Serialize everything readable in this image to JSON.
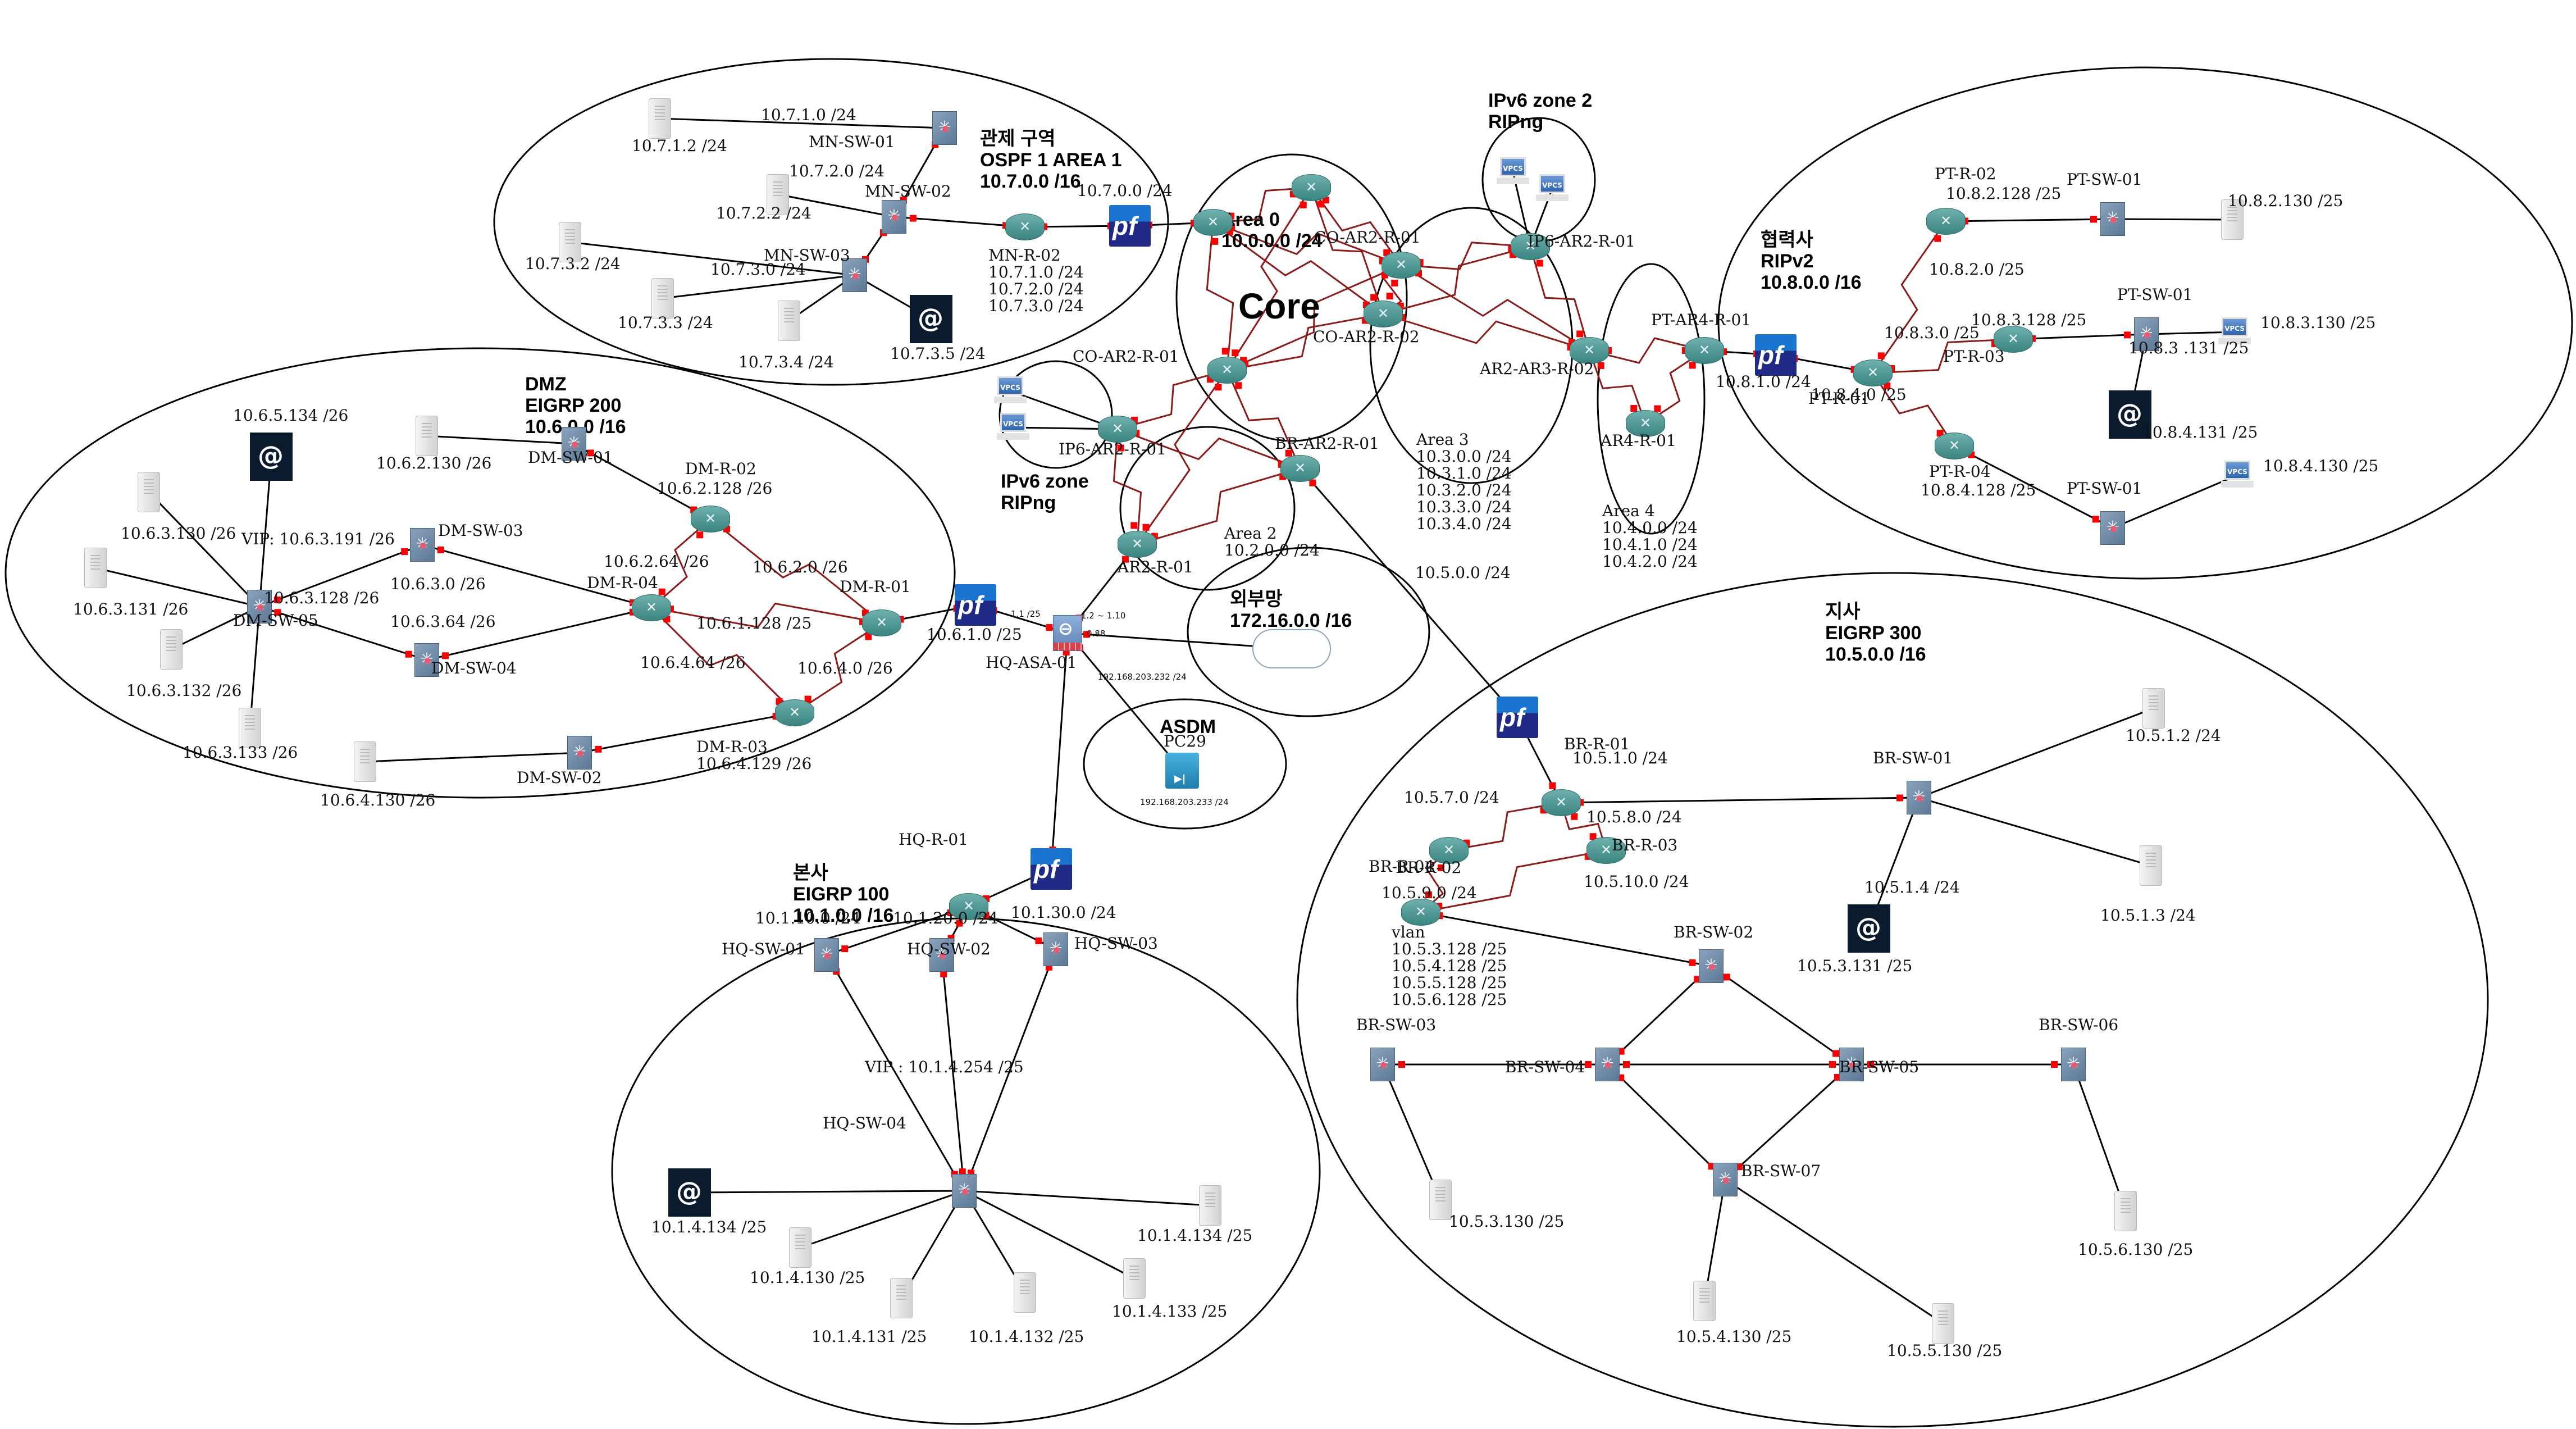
{
  "zones": {
    "control": {
      "title": "관제 구역",
      "protocol": "OSPF 1 AREA 1",
      "network": "10.7.0.0 /16"
    },
    "dmz": {
      "title": "DMZ",
      "protocol": "EIGRP 200",
      "network": "10.6.0.0 /16"
    },
    "hq": {
      "title": "본사",
      "protocol": "EIGRP 100",
      "network": "10.1.0.0 /16"
    },
    "branch": {
      "title": "지사",
      "protocol": "EIGRP 300",
      "network": "10.5.0.0 /16"
    },
    "partner": {
      "title": "협력사",
      "protocol": "RIPv2",
      "network": "10.8.0.0 /16"
    },
    "ipv6_zone": {
      "title": "IPv6 zone",
      "protocol": "RIPng"
    },
    "ipv6_zone2": {
      "title": "IPv6 zone 2",
      "protocol": "RIPng"
    },
    "external": {
      "title": "외부망",
      "network": "172.16.0.0 /16"
    },
    "asdm": {
      "title": "ASDM"
    },
    "core": {
      "title": "Core",
      "area": "Area 0",
      "network": "10.0.0.0 /24"
    },
    "area2": {
      "title": "Area 2",
      "networks": [
        "10.2.0.0 /24"
      ]
    },
    "area3": {
      "title": "Area 3",
      "networks": [
        "10.3.0.0 /24",
        "10.3.1.0 /24",
        "10.3.2.0 /24",
        "10.3.3.0 /24",
        "10.3.4.0 /24"
      ]
    },
    "area4": {
      "title": "Area 4",
      "networks": [
        "10.4.0.0 /24",
        "10.4.1.0 /24",
        "10.4.2.0 /24"
      ]
    }
  },
  "nodes": {
    "mn_sw_01": "MN-SW-01",
    "mn_sw_02": "MN-SW-02",
    "mn_sw_03": "MN-SW-03",
    "mn_r_02": "MN-R-02",
    "mn_r_02_nets": [
      "10.7.1.0 /24",
      "10.7.2.0 /24",
      "10.7.3.0 /24"
    ],
    "co_ar2_r_01": "CO-AR2-R-01",
    "co_ar2_r_02": "CO-AR2-R-02",
    "ip6_ar2_r_01": "IP6-AR2-R-01",
    "ar2_ar3_r_02": "AR2-AR3-R-02",
    "ar4_r_01": "AR4-R-01",
    "pt_ar4_r_01": "PT-AR4-R-01",
    "br_ar2_r_01": "BR-AR2-R-01",
    "ar2_r_01": "AR2-R-01",
    "hq_asa_01": "HQ-ASA-01",
    "dm_r_01": "DM-R-01",
    "dm_r_02": "DM-R-02",
    "dm_r_03": "DM-R-03",
    "dm_r_04": "DM-R-04",
    "dm_sw_01": "DM-SW-01",
    "dm_sw_02": "DM-SW-02",
    "dm_sw_03": "DM-SW-03",
    "dm_sw_04": "DM-SW-04",
    "dm_sw_05": "DM-SW-05",
    "hq_r_01": "HQ-R-01",
    "hq_sw_01": "HQ-SW-01",
    "hq_sw_02": "HQ-SW-02",
    "hq_sw_03": "HQ-SW-03",
    "hq_sw_04": "HQ-SW-04",
    "br_r_01": "BR-R-01",
    "br_r_02": "BR-R-02",
    "br_r_03": "BR-R-03",
    "br_r_04": "BR-R-04",
    "br_r_04_vlan": [
      "vlan",
      "10.5.3.128 /25",
      "10.5.4.128 /25",
      "10.5.5.128 /25",
      "10.5.6.128 /25"
    ],
    "br_sw_01": "BR-SW-01",
    "br_sw_02": "BR-SW-02",
    "br_sw_03": "BR-SW-03",
    "br_sw_04": "BR-SW-04",
    "br_sw_05": "BR-SW-05",
    "br_sw_06": "BR-SW-06",
    "br_sw_07": "BR-SW-07",
    "pt_r_01": "PT-R-01",
    "pt_r_02": "PT-R-02",
    "pt_r_03": "PT-R-03",
    "pt_r_04": "PT-R-04",
    "pt_sw_01": "PT-SW-01",
    "asdm_pc": "PC29"
  },
  "labels": {
    "n_10_7_1_0": "10.7.1.0 /24",
    "n_10_7_2_0": "10.7.2.0 /24",
    "n_10_7_3_0": "10.7.3.0 /24",
    "n_10_7_0_0": "10.7.0.0 /24",
    "h_10_7_1_2": "10.7.1.2 /24",
    "h_10_7_2_2": "10.7.2.2 /24",
    "h_10_7_3_2": "10.7.3.2 /24",
    "h_10_7_3_3": "10.7.3.3 /24",
    "h_10_7_3_4": "10.7.3.4 /24",
    "h_10_7_3_5": "10.7.3.5 /24",
    "dmz_10_6_5_134": "10.6.5.134 /26",
    "dmz_10_6_2_130": "10.6.2.130 /26",
    "dmz_10_6_3_130": "10.6.3.130 /26",
    "dmz_vip": "VIP: 10.6.3.191 /26",
    "dmz_10_6_3_131": "10.6.3.131 /26",
    "dmz_10_6_3_128": "10.6.3.128 /26",
    "dmz_10_6_3_0": "10.6.3.0 /26",
    "dmz_10_6_3_64": "10.6.3.64 /26",
    "dmz_10_6_3_132": "10.6.3.132 /26",
    "dmz_10_6_3_133": "10.6.3.133 /26",
    "dmz_10_6_4_130": "10.6.4.130 /26",
    "dmz_10_6_2_128": "10.6.2.128 /26",
    "dmz_10_6_2_64": "10.6.2.64 /26",
    "dmz_10_6_2_0": "10.6.2.0 /26",
    "dmz_10_6_1_128": "10.6.1.128 /25",
    "dmz_10_6_4_64": "10.6.4.64 /26",
    "dmz_10_6_4_0": "10.6.4.0 /26",
    "dmz_10_6_4_129": "10.6.4.129 /26",
    "dmz_10_6_1_0": "10.6.1.0 /25",
    "br_10_5_0_0": "10.5.0.0 /24",
    "asa_e0": "1.2 ~ 1.10",
    "asa_e1": "1.1 /25",
    "asa_e3": "0.88",
    "asa_e5": "192.168.203.232 /24",
    "asdm_ip": "192.168.203.233 /24",
    "hq_10_1_10_0": "10.1.10.0 /24",
    "hq_10_1_20_0": "10.1.20.0 /24",
    "hq_10_1_30_0": "10.1.30.0 /24",
    "hq_vip": "VIP : 10.1.4.254 /25",
    "hq_10_1_4_134a": "10.1.4.134 /25",
    "hq_10_1_4_134b": "10.1.4.134 /25",
    "hq_10_1_4_130": "10.1.4.130 /25",
    "hq_10_1_4_131": "10.1.4.131 /25",
    "hq_10_1_4_132": "10.1.4.132 /25",
    "hq_10_1_4_133": "10.1.4.133 /25",
    "br_10_5_1_0": "10.5.1.0 /24",
    "br_10_5_7_0": "10.5.7.0 /24",
    "br_10_5_8_0": "10.5.8.0 /24",
    "br_10_5_9_0": "10.5.9.0 /24",
    "br_10_5_10_0": "10.5.10.0 /24",
    "br_10_5_1_2": "10.5.1.2 /24",
    "br_10_5_1_3": "10.5.1.3 /24",
    "br_10_5_1_4": "10.5.1.4 /24",
    "br_10_5_3_131": "10.5.3.131 /25",
    "br_10_5_3_130": "10.5.3.130 /25",
    "br_10_5_4_130": "10.5.4.130 /25",
    "br_10_5_5_130": "10.5.5.130 /25",
    "br_10_5_6_130": "10.5.6.130 /25",
    "pt_10_8_1_0": "10.8.1.0 /24",
    "pt_10_8_2_128": "10.8.2.128 /25",
    "pt_10_8_2_0": "10.8.2.0 /25",
    "pt_10_8_2_130": "10.8.2.130 /25",
    "pt_10_8_3_0": "10.8.3.0 /25",
    "pt_10_8_3_128": "10.8.3.128 /25",
    "pt_10_8_3_130": "10.8.3.130 /25",
    "pt_10_8_3_131": "10.8.3 .131 /25",
    "pt_10_8_4_0": "10.8.4.0 /25",
    "pt_10_8_4_128": "10.8.4.128 /25",
    "pt_10_8_4_130": "10.8.4.130 /25",
    "pt_10_8_4_131": "10.8.4.131 /25"
  },
  "colors": {
    "serial_link": "#8b1a1a",
    "ethernet_link": "#000000",
    "port_down": "#ff0000",
    "port_up": "#00dd00",
    "zone_border": "#000000"
  }
}
